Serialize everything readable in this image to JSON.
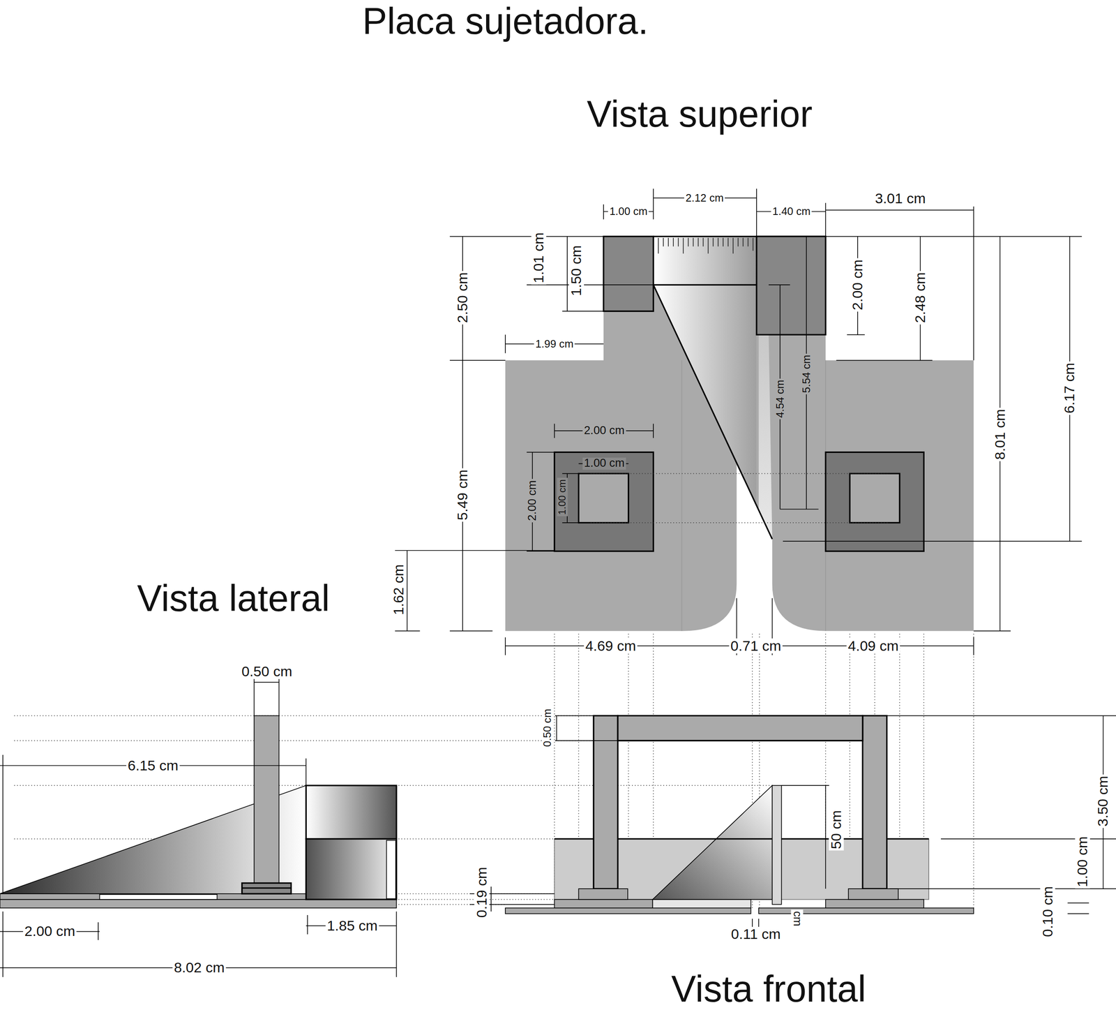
{
  "diagram": {
    "title": "Placa sujetadora.",
    "labels": [
      "Vista superior",
      "Vista lateral",
      "Vista frontal",
      "1.00 cm",
      "2.12 cm",
      "1.40 cm",
      "3.01 cm",
      "1.01 cm",
      "1.50 cm",
      "2.50 cm",
      "2.00 cm",
      "2.48 cm",
      "1.99 cm",
      "5.54 cm",
      "4.54 cm",
      "6.17 cm",
      "8.01 cm",
      "2.00 cm",
      "1.00 cm",
      "2.00 cm",
      "1.00 cm",
      "5.49 cm",
      "1.62 cm",
      "4.69 cm",
      "0.71 cm",
      "4.09 cm",
      "0.50 cm",
      "6.15 cm",
      "2.00 cm",
      "1.85 cm",
      "8.02 cm",
      "0.50 cm",
      "50 cm",
      "3.50 cm",
      "1.00 cm",
      "0.19 cm",
      "0.10 cm",
      "0.11 cm",
      "cm"
    ]
  }
}
